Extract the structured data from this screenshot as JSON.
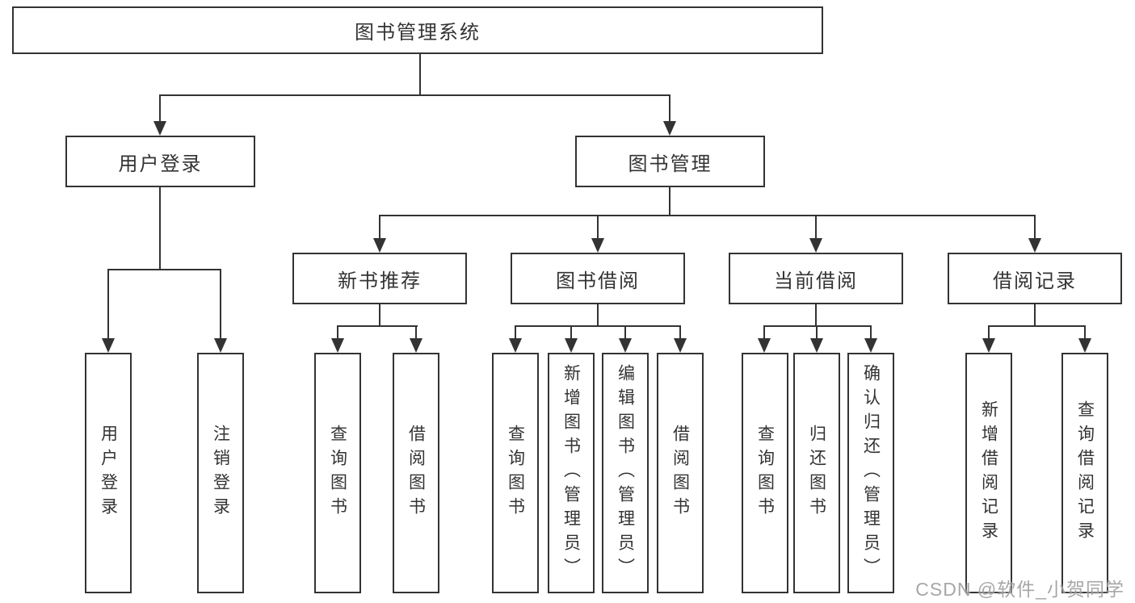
{
  "nodes": {
    "root": "图书管理系统",
    "user_login": "用户登录",
    "book_management": "图书管理",
    "new_book_recommend": "新书推荐",
    "book_borrowing": "图书借阅",
    "current_borrowing": "当前借阅",
    "borrowing_records": "借阅记录",
    "leaf_user_login": "用户登录",
    "leaf_logout": "注销登录",
    "leaf_rec_query_books": "查询图书",
    "leaf_rec_borrow_books": "借阅图书",
    "leaf_bor_query_books": "查询图书",
    "leaf_bor_add_books": "新增图书（管理员）",
    "leaf_bor_edit_books": "编辑图书（管理员）",
    "leaf_bor_borrow_books": "借阅图书",
    "leaf_cur_query_books": "查询图书",
    "leaf_cur_return_books": "归还图书",
    "leaf_cur_confirm_return": "确认归还（管理员）",
    "leaf_log_add_record": "新增借阅记录",
    "leaf_log_query_record": "查询借阅记录"
  },
  "edges": [
    [
      "图书管理系统",
      "用户登录"
    ],
    [
      "图书管理系统",
      "图书管理"
    ],
    [
      "用户登录",
      "用户登录"
    ],
    [
      "用户登录",
      "注销登录"
    ],
    [
      "图书管理",
      "新书推荐"
    ],
    [
      "图书管理",
      "图书借阅"
    ],
    [
      "图书管理",
      "当前借阅"
    ],
    [
      "图书管理",
      "借阅记录"
    ],
    [
      "新书推荐",
      "查询图书"
    ],
    [
      "新书推荐",
      "借阅图书"
    ],
    [
      "图书借阅",
      "查询图书"
    ],
    [
      "图书借阅",
      "新增图书（管理员）"
    ],
    [
      "图书借阅",
      "编辑图书（管理员）"
    ],
    [
      "图书借阅",
      "借阅图书"
    ],
    [
      "当前借阅",
      "查询图书"
    ],
    [
      "当前借阅",
      "归还图书"
    ],
    [
      "当前借阅",
      "确认归还（管理员）"
    ],
    [
      "借阅记录",
      "新增借阅记录"
    ],
    [
      "借阅记录",
      "查询借阅记录"
    ]
  ],
  "watermark": {
    "text": "CSDN @软件_小贺同学",
    "color": "#9e9e9e"
  },
  "colors": {
    "line": "#333333",
    "text": "#333333",
    "background": "#ffffff"
  }
}
